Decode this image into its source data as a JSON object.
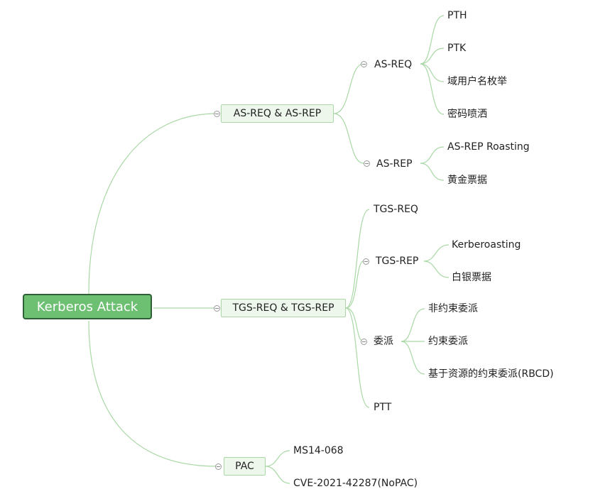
{
  "root": {
    "label": "Kerberos Attack"
  },
  "branches": {
    "as": {
      "label": "AS-REQ & AS-REP",
      "asreq": {
        "label": "AS-REQ",
        "items": [
          "PTH",
          "PTK",
          "域用户名枚举",
          "密码喷洒"
        ]
      },
      "asrep": {
        "label": "AS-REP",
        "items": [
          "AS-REP Roasting",
          "黄金票据"
        ]
      }
    },
    "tgs": {
      "label": "TGS-REQ & TGS-REP",
      "tgsreq": {
        "label": "TGS-REQ"
      },
      "tgsrep": {
        "label": "TGS-REP",
        "items": [
          "Kerberoasting",
          "白银票据"
        ]
      },
      "deleg": {
        "label": "委派",
        "items": [
          "非约束委派",
          "约束委派",
          "基于资源的约束委派(RBCD)"
        ]
      },
      "ptt": {
        "label": "PTT"
      }
    },
    "pac": {
      "label": "PAC",
      "items": [
        "MS14-068",
        "CVE-2021-42287(NoPAC)"
      ]
    }
  },
  "colors": {
    "line": "#a9d8a6",
    "root_fill": "#6dbf72",
    "root_border": "#2e5f37",
    "box_fill": "#edf7ec"
  }
}
